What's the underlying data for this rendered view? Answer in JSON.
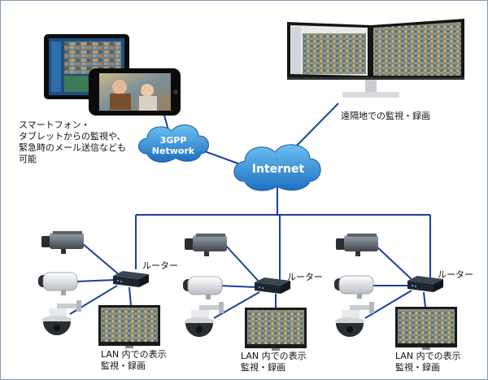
{
  "clouds": {
    "internet_label": "Internet",
    "threegpp_line1": "3GPP",
    "threegpp_line2": "Network"
  },
  "labels": {
    "smartphone_lines": [
      "スマートフォン・",
      "タブレットからの監視や、",
      "緊急時のメール送信なども",
      "可能"
    ],
    "remote": "遠隔地での監視・録画"
  },
  "sites": [
    {
      "router_label": "ルーター",
      "lan_line1": "LAN 内での表示",
      "lan_line2": "監視・録画"
    },
    {
      "router_label": "ルーター",
      "lan_line1": "LAN 内での表示",
      "lan_line2": "監視・録画"
    },
    {
      "router_label": "ルーター",
      "lan_line1": "LAN 内での表示",
      "lan_line2": "監視・録画"
    }
  ],
  "colors": {
    "line": "#1a3f9e",
    "cloud": "#2f8fd8",
    "router": "#1c2630"
  },
  "icons": [
    "tablet-icon",
    "smartphone-icon",
    "dual-monitor-icon",
    "box-camera-icon",
    "bullet-camera-icon",
    "dome-camera-icon",
    "router-icon",
    "monitor-icon"
  ]
}
